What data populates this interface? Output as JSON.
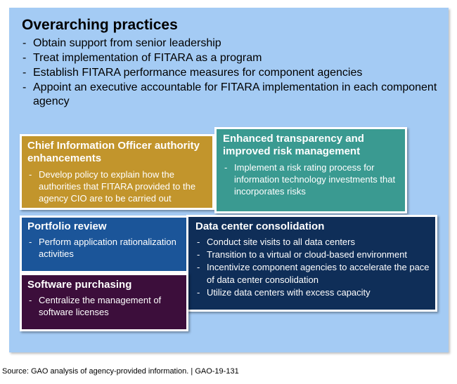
{
  "overarching": {
    "title": "Overarching practices",
    "items": [
      "Obtain support from senior leadership",
      "Treat implementation of FITARA as a program",
      "Establish FITARA performance measures for component agencies",
      "Appoint an executive accountable for FITARA implementation in each component agency"
    ]
  },
  "cio": {
    "title": "Chief Information Officer authority enhancements",
    "items": [
      "Develop policy to explain how the authorities that FITARA provided to the agency CIO are to be carried out"
    ],
    "color": "#c2952c"
  },
  "transparency": {
    "title": "Enhanced transparency and improved risk management",
    "items": [
      "Implement a risk rating process for information technology investments that incorporates risks"
    ],
    "color": "#3a9a91"
  },
  "portfolio": {
    "title": "Portfolio review",
    "items": [
      "Perform application rationalization activities"
    ],
    "color": "#1b5599"
  },
  "datacenter": {
    "title": "Data center consolidation",
    "items": [
      "Conduct site visits to all data centers",
      "Transition to a virtual or cloud-based environment",
      "Incentivize component agencies to accelerate the pace of data center consolidation",
      "Utilize data centers with excess capacity"
    ],
    "color": "#0f2e58"
  },
  "software": {
    "title": "Software purchasing",
    "items": [
      "Centralize the management of software licenses"
    ],
    "color": "#3c0e3b"
  },
  "background_color": "#a4cbf4",
  "source": "Source: GAO analysis of agency-provided information.  |  GAO-19-131"
}
